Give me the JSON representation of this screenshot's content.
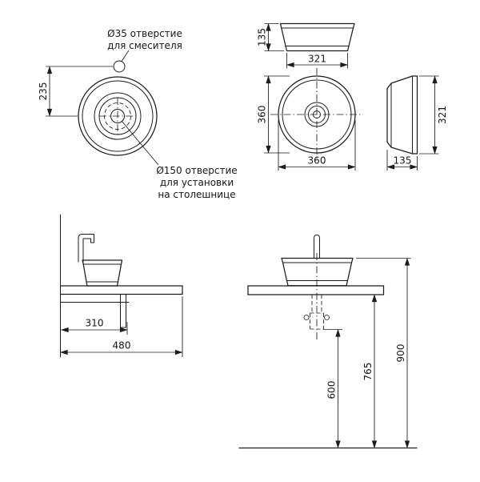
{
  "drawing": {
    "labels": {
      "faucet_hole_line1": "Ø35 отверстие",
      "faucet_hole_line2": "для смесителя",
      "install_hole_line1": "Ø150 отверстие",
      "install_hole_line2": "для установки",
      "install_hole_line3": "на столешнице"
    },
    "dims": {
      "faucet_offset": "235",
      "front_height": "135",
      "front_bottom_width": "321",
      "plan_diameter_v": "360",
      "plan_diameter_h": "360",
      "side_diameter": "321",
      "side_width": "135",
      "drain_offset": "310",
      "shelf_depth": "480",
      "drain_height": "600",
      "shelf_height": "765",
      "rim_height": "900"
    },
    "line_color": "#1c1c1c"
  }
}
